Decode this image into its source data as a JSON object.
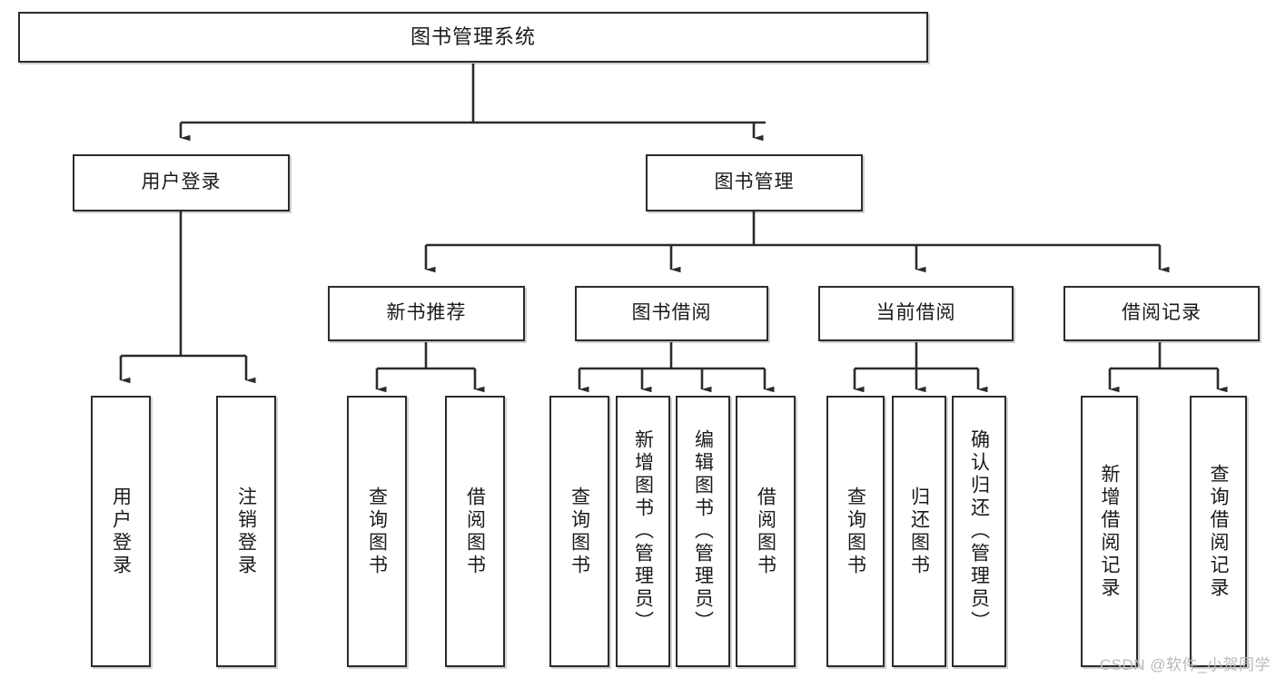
{
  "diagram": {
    "type": "tree-hierarchy",
    "title": "图书管理系统",
    "accent_color": "#2b2b2b",
    "background_color": "#ffffff",
    "nodes": {
      "root": {
        "label": "图书管理系统"
      },
      "user_login": {
        "label": "用户登录"
      },
      "book_manage": {
        "label": "图书管理"
      },
      "new_book_rec": {
        "label": "新书推荐"
      },
      "book_borrow": {
        "label": "图书借阅"
      },
      "current_borrow": {
        "label": "当前借阅"
      },
      "borrow_record": {
        "label": "借阅记录"
      },
      "leaf_user_login": {
        "label": "用户登录"
      },
      "leaf_user_logout": {
        "label": "注销登录"
      },
      "leaf_rec_query": {
        "label": "查询图书"
      },
      "leaf_rec_borrow": {
        "label": "借阅图书"
      },
      "leaf_borrow_query": {
        "label": "查询图书"
      },
      "leaf_borrow_add": {
        "label": "新增图书（管理员）"
      },
      "leaf_borrow_edit": {
        "label": "编辑图书（管理员）"
      },
      "leaf_borrow_do": {
        "label": "借阅图书"
      },
      "leaf_cur_query": {
        "label": "查询图书"
      },
      "leaf_cur_return": {
        "label": "归还图书"
      },
      "leaf_cur_confirm": {
        "label": "确认归还（管理员）"
      },
      "leaf_rec_add": {
        "label": "新增借阅记录"
      },
      "leaf_rec_query2": {
        "label": "查询借阅记录"
      }
    }
  },
  "watermark": {
    "text": "CSDN @软件_小贺同学"
  }
}
